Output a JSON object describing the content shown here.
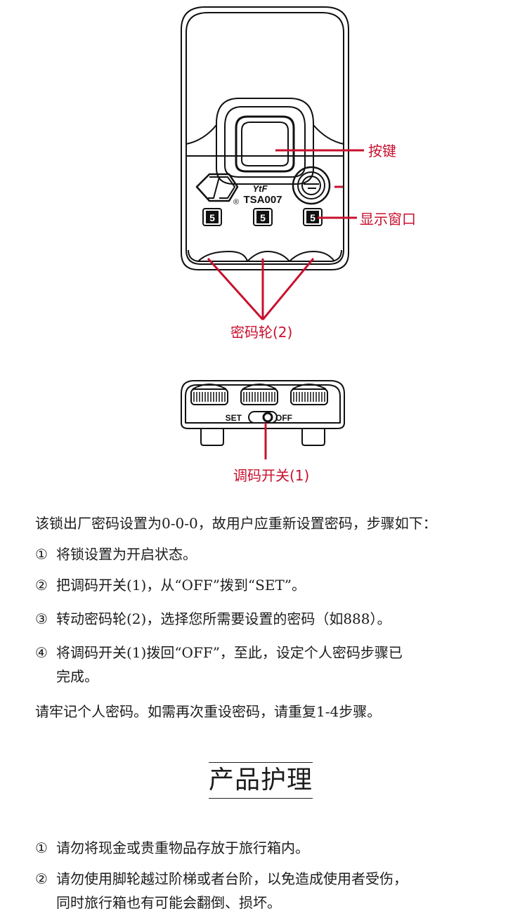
{
  "diagram1": {
    "brand": "YtF",
    "model": "TSA007",
    "reg_mark": "®",
    "digits": [
      "5",
      "5",
      "5"
    ],
    "callouts": {
      "button": "按键",
      "window": "显示窗口",
      "wheels": "密码轮(2)"
    }
  },
  "diagram2": {
    "switch_set": "SET",
    "switch_off": "OFF",
    "callout": "调码开关(1)"
  },
  "instructions": {
    "intro": "该锁出厂密码设置为0-0-0，故用户应重新设置密码，步骤如下：",
    "steps": [
      {
        "num": "①",
        "line1": "将锁设置为开启状态。",
        "line2": ""
      },
      {
        "num": "②",
        "line1": "把调码开关(1)，从“OFF”拨到“SET”。",
        "line2": ""
      },
      {
        "num": "③",
        "line1": "转动密码轮(2)，选择您所需要设置的密码（如888）。",
        "line2": ""
      },
      {
        "num": "④",
        "line1": "将调码开关(1)拨回“OFF”，至此，设定个人密码步骤已",
        "line2": "完成。"
      }
    ],
    "footer": "请牢记个人密码。如需再次重设密码，请重复1-4步骤。"
  },
  "care": {
    "title": "产品护理",
    "items": [
      {
        "num": "①",
        "line1": "请勿将现金或贵重物品存放于旅行箱内。",
        "line2": ""
      },
      {
        "num": "②",
        "line1": "请勿使用脚轮越过阶梯或者台阶，以免造成使用者受伤，",
        "line2": "同时旅行箱也有可能会翻倒、损坏。"
      }
    ]
  },
  "colors": {
    "accent": "#c8102e",
    "text": "#1c1c1c",
    "line": "#111111"
  }
}
